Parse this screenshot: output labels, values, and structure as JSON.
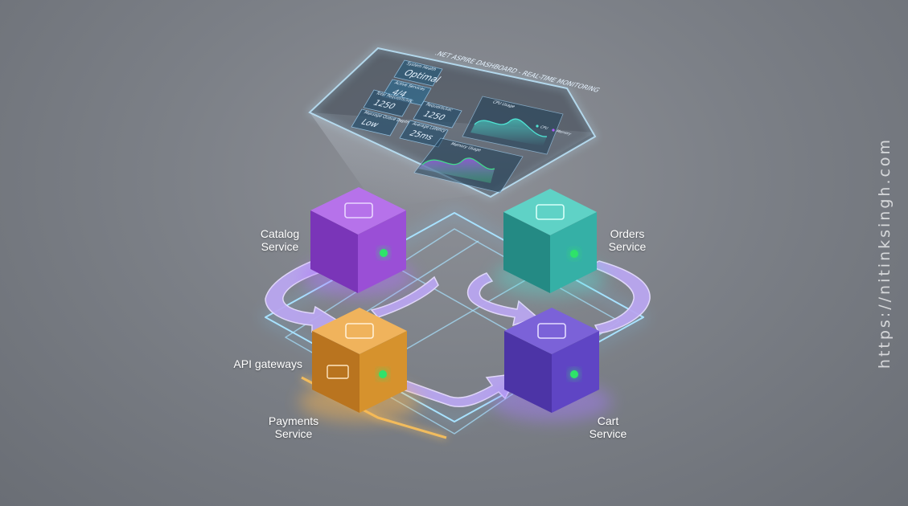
{
  "colors": {
    "catalog": "#8a3fc6",
    "orders": "#2fa9a0",
    "payments": "#d6922d",
    "cart": "#5b3fc0",
    "arrows": "#b9a6f0",
    "ring": "#8fd6ff",
    "status_dot": "#2fe36a"
  },
  "dashboard": {
    "title": ".NET ASPIRE DASHBOARD - REAL-TIME MONITORING",
    "tiles": [
      {
        "label": "System Health",
        "value": "Optimal"
      },
      {
        "label": "Active Services",
        "value": "4/4"
      },
      {
        "label": "Total Requests/sec",
        "value": "1250"
      },
      {
        "label": "Message Queue Depth",
        "value": "Low"
      },
      {
        "label": "Requests/sec",
        "value": "1250"
      },
      {
        "label": "Average Latency",
        "value": "25ms"
      }
    ],
    "cpu_chart": {
      "title": "CPU Usage",
      "legend": [
        "CPU",
        "Memory"
      ]
    },
    "memory_chart": {
      "title": "Memory Usage"
    }
  },
  "services": {
    "catalog": {
      "line1": "Catalog",
      "line2": "Service"
    },
    "orders": {
      "line1": "Orders",
      "line2": "Service"
    },
    "api": {
      "label": "API gateways"
    },
    "payments": {
      "line1": "Payments",
      "line2": "Service"
    },
    "cart": {
      "line1": "Cart",
      "line2": "Service"
    }
  },
  "watermark": "https://nitinksingh.com"
}
